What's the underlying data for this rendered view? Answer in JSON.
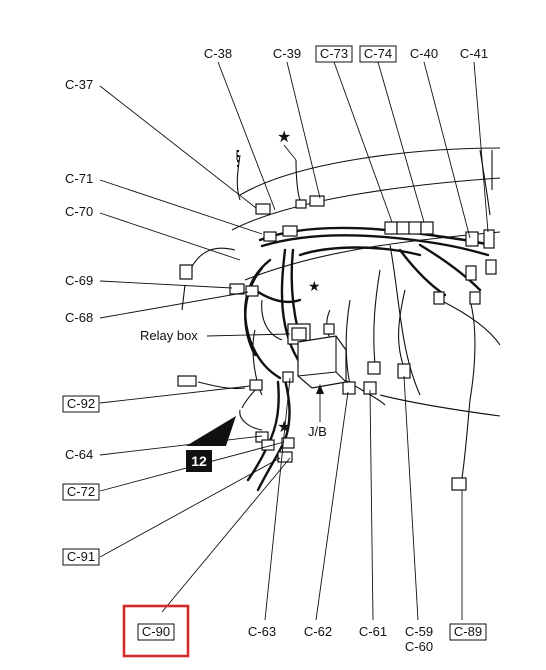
{
  "labels": {
    "c38": "C-38",
    "c39": "C-39",
    "c73": "C-73",
    "c74": "C-74",
    "c40": "C-40",
    "c41": "C-41",
    "c37": "C-37",
    "c71": "C-71",
    "c70": "C-70",
    "c69": "C-69",
    "c68": "C-68",
    "relay_box": "Relay box",
    "c92": "C-92",
    "c64": "C-64",
    "badge_12": "12",
    "c72": "C-72",
    "c91": "C-91",
    "jb": "J/B",
    "c90": "C-90",
    "c63": "C-63",
    "c62": "C-62",
    "c61": "C-61",
    "c59": "C-59",
    "c60": "C-60",
    "c89": "C-89"
  },
  "colors": {
    "highlight": "#d22b2b",
    "ink": "#111111"
  },
  "icons": {
    "star": "★"
  }
}
